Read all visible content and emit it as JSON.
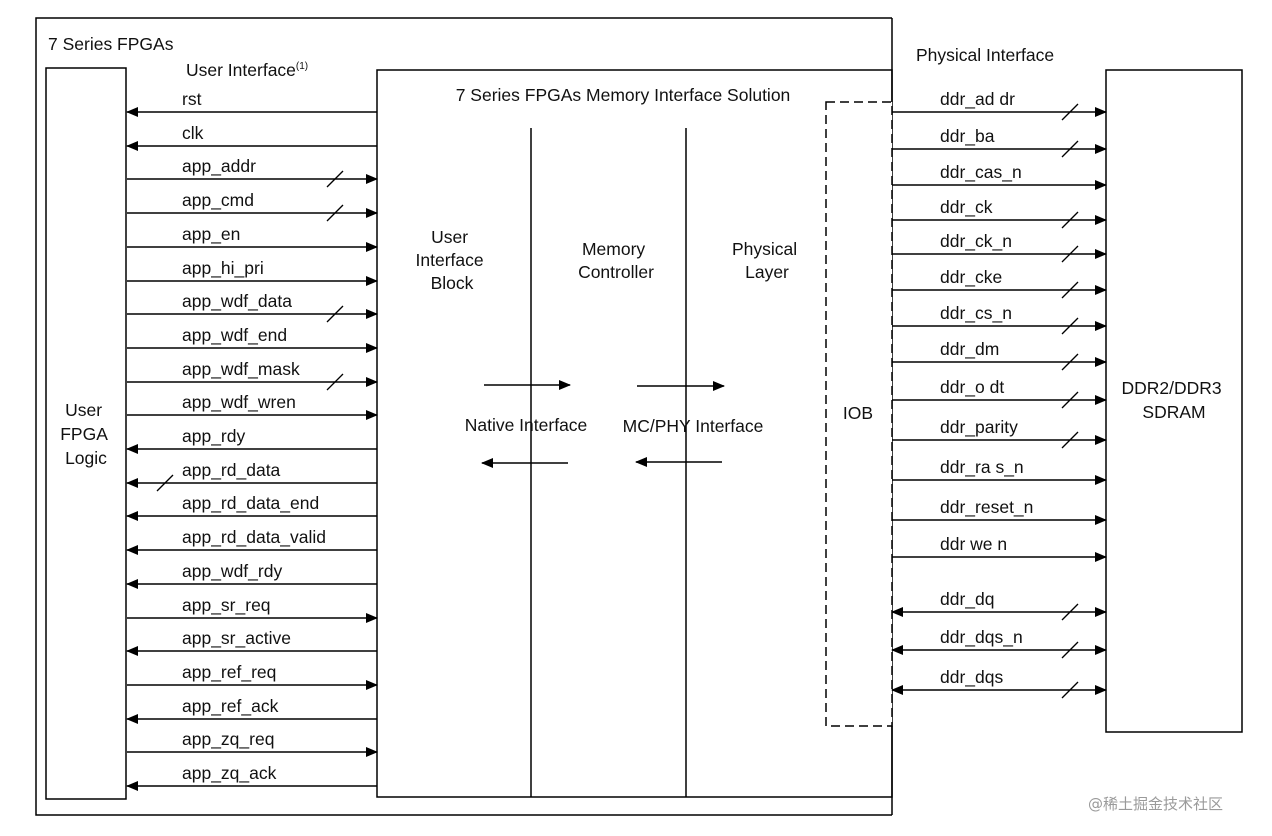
{
  "diagram": {
    "fpga_title": "7 Series FPGAs",
    "user_interface_title": "User Interface",
    "user_interface_note": "(1)",
    "physical_interface_title": "Physical Interface",
    "mis_title": "7 Series FPGAs Memory Interface Solution",
    "user_fpga_logic": [
      "User",
      "FPGA",
      "Logic"
    ],
    "sdram": [
      "DDR2/DDR3",
      "SDRAM"
    ],
    "uib": [
      "User",
      "Interface",
      "Block"
    ],
    "mc": [
      "Memory",
      "Controller"
    ],
    "phy": [
      "Physical",
      "Layer"
    ],
    "iob": "IOB",
    "native_interface": "Native Interface",
    "mcphy_interface": "MC/PHY Interface",
    "user_signals": [
      {
        "name": "rst",
        "dir": "out",
        "bus": false
      },
      {
        "name": "clk",
        "dir": "out",
        "bus": false
      },
      {
        "name": "app_addr",
        "dir": "in",
        "bus": true
      },
      {
        "name": "app_cmd",
        "dir": "in",
        "bus": true
      },
      {
        "name": "app_en",
        "dir": "in",
        "bus": false
      },
      {
        "name": "app_hi_pri",
        "dir": "in",
        "bus": false
      },
      {
        "name": "app_wdf_data",
        "dir": "in",
        "bus": true
      },
      {
        "name": "app_wdf_end",
        "dir": "in",
        "bus": false
      },
      {
        "name": "app_wdf_mask",
        "dir": "in",
        "bus": true
      },
      {
        "name": "app_wdf_wren",
        "dir": "in",
        "bus": false
      },
      {
        "name": "app_rdy",
        "dir": "out",
        "bus": false
      },
      {
        "name": "app_rd_data",
        "dir": "out",
        "bus": true
      },
      {
        "name": "app_rd_data_end",
        "dir": "out",
        "bus": false
      },
      {
        "name": "app_rd_data_valid",
        "dir": "out",
        "bus": false
      },
      {
        "name": "app_wdf_rdy",
        "dir": "out",
        "bus": false
      },
      {
        "name": "app_sr_req",
        "dir": "in",
        "bus": false
      },
      {
        "name": "app_sr_active",
        "dir": "out",
        "bus": false
      },
      {
        "name": "app_ref_req",
        "dir": "in",
        "bus": false
      },
      {
        "name": "app_ref_ack",
        "dir": "out",
        "bus": false
      },
      {
        "name": "app_zq_req",
        "dir": "in",
        "bus": false
      },
      {
        "name": "app_zq_ack",
        "dir": "out",
        "bus": false
      }
    ],
    "phys_signals": [
      {
        "name": "ddr_ad dr",
        "dir": "out",
        "bus": true
      },
      {
        "name": "ddr_ba",
        "dir": "out",
        "bus": true
      },
      {
        "name": "ddr_cas_n",
        "dir": "out",
        "bus": false
      },
      {
        "name": "ddr_ck",
        "dir": "out",
        "bus": true
      },
      {
        "name": "ddr_ck_n",
        "dir": "out",
        "bus": true
      },
      {
        "name": "ddr_cke",
        "dir": "out",
        "bus": true
      },
      {
        "name": "ddr_cs_n",
        "dir": "out",
        "bus": true
      },
      {
        "name": "ddr_dm",
        "dir": "out",
        "bus": true
      },
      {
        "name": "ddr_o dt",
        "dir": "out",
        "bus": true
      },
      {
        "name": "ddr_parity",
        "dir": "out",
        "bus": true
      },
      {
        "name": "ddr_ra s_n",
        "dir": "out",
        "bus": false
      },
      {
        "name": "ddr_reset_n",
        "dir": "out",
        "bus": false
      },
      {
        "name": "ddr we n",
        "dir": "out",
        "bus": false
      },
      {
        "name": "ddr_dq",
        "dir": "bi",
        "bus": true
      },
      {
        "name": "ddr_dqs_n",
        "dir": "bi",
        "bus": true
      },
      {
        "name": "ddr_dqs",
        "dir": "bi",
        "bus": true
      }
    ]
  },
  "watermark": "@稀土掘金技术社区"
}
